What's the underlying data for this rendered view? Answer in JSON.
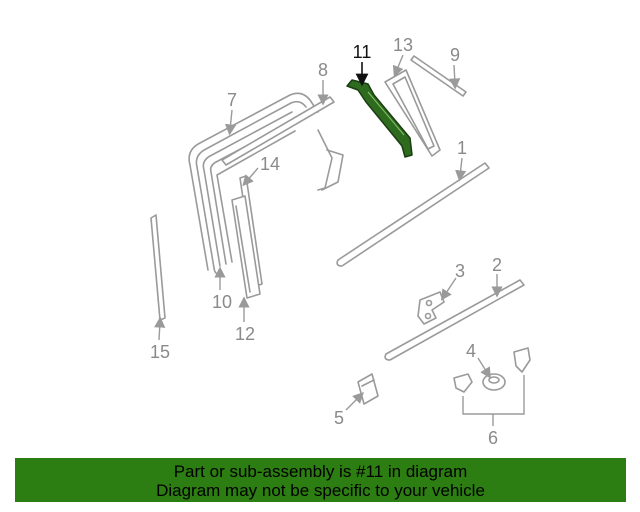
{
  "diagram": {
    "callouts": [
      "11",
      "13",
      "9",
      "8",
      "7",
      "14",
      "1",
      "3",
      "2",
      "10",
      "12",
      "15",
      "4",
      "5",
      "6"
    ],
    "highlighted_part": "11",
    "highlight_color": "#2e6b1f"
  },
  "banner": {
    "line1": "Part or sub-assembly is #11 in diagram",
    "line2": "Diagram may not be specific to your vehicle",
    "background": "#2c7d12"
  }
}
